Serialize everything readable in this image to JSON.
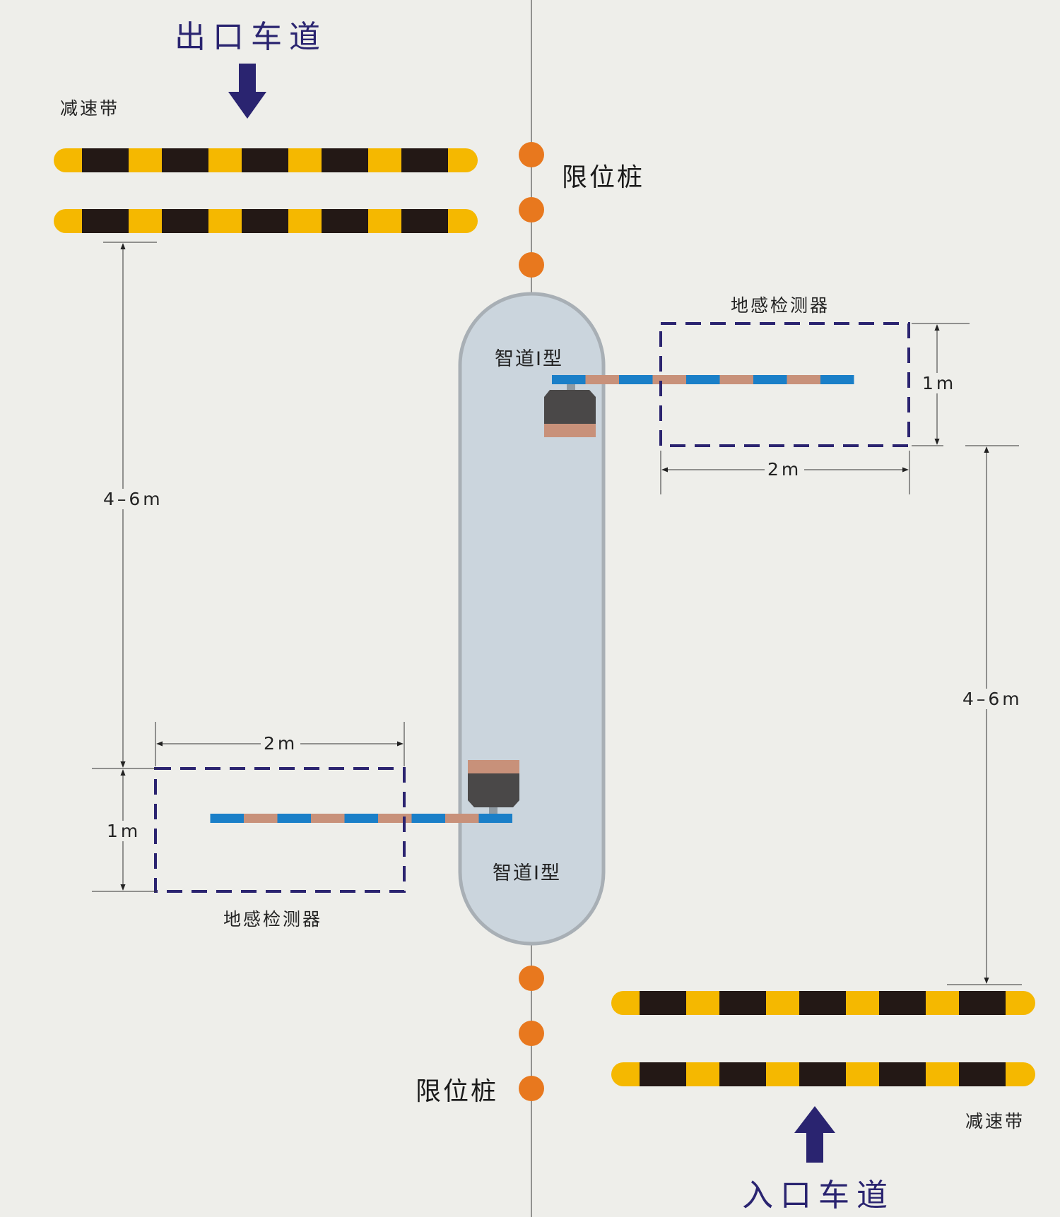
{
  "exit_lane": {
    "title": "出口车道",
    "speed_bump_label": "减速带"
  },
  "entry_lane": {
    "title": "入口车道",
    "speed_bump_label": "减速带"
  },
  "limit_post_label_top": "限位桩",
  "limit_post_label_bottom": "限位桩",
  "detector_label_top": "地感检测器",
  "detector_label_bottom": "地感检测器",
  "gate_model_top": "智道I型",
  "gate_model_bottom": "智道I型",
  "dimensions": {
    "top_detector_width": "2m",
    "top_detector_depth": "1m",
    "bottom_detector_width": "2m",
    "bottom_detector_depth": "1m",
    "left_distance": "4–6m",
    "right_distance": "4–6m"
  },
  "colors": {
    "bump_yellow": "#f5b800",
    "bump_black": "#231815",
    "post_orange": "#e8781e",
    "island_fill": "#cbd5dd",
    "island_border": "#a8afb5",
    "detector_dash": "#2b2470",
    "arrow": "#2a2470",
    "arm_blue": "#1a7fc8",
    "arm_tan": "#c8917a",
    "gate_body": "#4a4848"
  }
}
